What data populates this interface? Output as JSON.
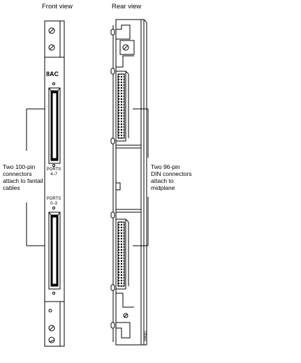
{
  "views": {
    "front_title": "Front view",
    "rear_title": "Rear view"
  },
  "front": {
    "model_label": "8AC",
    "ports_top_label": "PORTS",
    "ports_top_range": "4–7",
    "ports_bottom_label": "PORTS",
    "ports_bottom_range": "0–3"
  },
  "callouts": {
    "left": [
      "Two 100-pin",
      "connectors",
      "attach to fantail",
      "cables"
    ],
    "right": [
      "Two 96-pin",
      "DIN connectors",
      "attach to",
      "midplane"
    ]
  },
  "figure_id": "H4987",
  "colors": {
    "line": "#000000",
    "background": "#ffffff"
  }
}
